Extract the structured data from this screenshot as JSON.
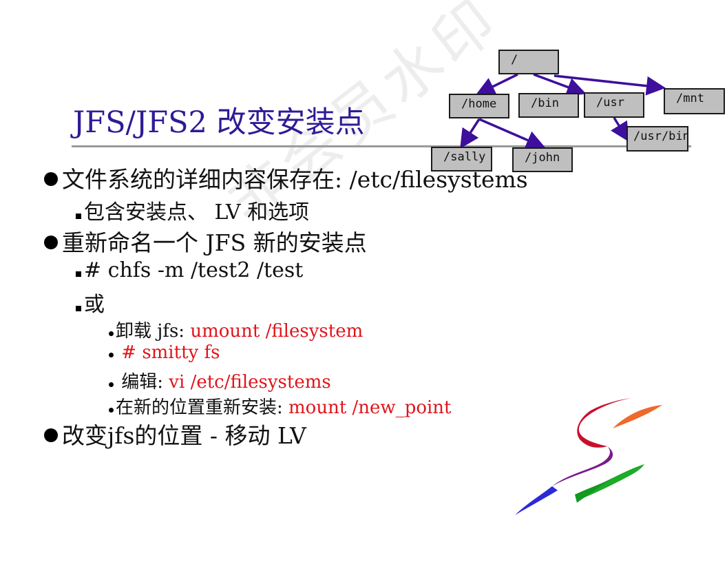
{
  "watermark": "非会员水印",
  "title": "JFS/JFS2 改变安装点",
  "bullets": {
    "b1": "文件系统的详细内容保存在: /etc/filesystems",
    "b1_sub": "包含安装点、 LV 和选项",
    "b2": "重新命名一个 JFS 新的安装点",
    "b2_sub1": "# chfs -m /test2 /test",
    "b2_sub2": "或",
    "s1_prefix": "卸载 jfs: ",
    "s1_cmd": "umount /filesystem",
    "s2_cmd": " # smitty fs",
    "s3_prefix": " 编辑: ",
    "s3_cmd": "vi /etc/filesystems",
    "s4_prefix": "在新的位置重新安装: ",
    "s4_cmd": "mount /new_point",
    "b3": "改变jfs的位置 - 移动 LV"
  },
  "tree": {
    "root": "/",
    "home": "/home",
    "bin": "/bin",
    "usr": "/usr",
    "mnt": "/mnt",
    "usrbin": "/usr/bin",
    "sally": "/sally",
    "john": "/john"
  },
  "colors": {
    "title": "#2e1b96",
    "arrow": "#3d0f9c",
    "node_fill": "#bfbfbf",
    "command_red": "#e0141b"
  },
  "logo": {
    "name": "colorful-s-logo-icon"
  }
}
